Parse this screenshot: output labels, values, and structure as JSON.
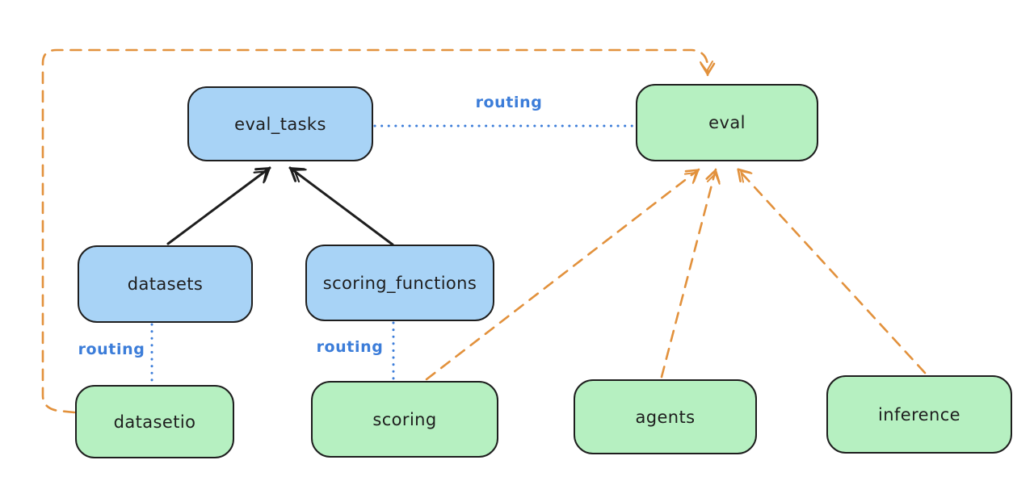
{
  "colors": {
    "background": "#ffffff",
    "node_border": "#1e1e1e",
    "node_text": "#1e1e1e",
    "api_node_fill_blue": "#a8d3f6",
    "provider_node_fill_green": "#b6f0c1",
    "routing_blue": "#3c7dd9",
    "provider_link_orange": "#e2913c",
    "dependency_arrow_black": "#1e1e1e"
  },
  "nodes": [
    {
      "id": "eval_tasks",
      "label": "eval_tasks",
      "fill": "blue"
    },
    {
      "id": "eval",
      "label": "eval",
      "fill": "green"
    },
    {
      "id": "datasets",
      "label": "datasets",
      "fill": "blue"
    },
    {
      "id": "scoring_functions",
      "label": "scoring_functions",
      "fill": "blue"
    },
    {
      "id": "datasetio",
      "label": "datasetio",
      "fill": "green"
    },
    {
      "id": "scoring",
      "label": "scoring",
      "fill": "green"
    },
    {
      "id": "agents",
      "label": "agents",
      "fill": "green"
    },
    {
      "id": "inference",
      "label": "inference",
      "fill": "green"
    }
  ],
  "edges": [
    {
      "from": "datasets",
      "to": "eval_tasks",
      "style": "solid-black-arrow",
      "label": ""
    },
    {
      "from": "scoring_functions",
      "to": "eval_tasks",
      "style": "solid-black-arrow",
      "label": ""
    },
    {
      "from": "eval_tasks",
      "to": "eval",
      "style": "dotted-blue",
      "label": "routing"
    },
    {
      "from": "datasets",
      "to": "datasetio",
      "style": "dotted-blue",
      "label": "routing"
    },
    {
      "from": "scoring_functions",
      "to": "scoring",
      "style": "dotted-blue",
      "label": "routing"
    },
    {
      "from": "datasetio",
      "to": "eval",
      "style": "dashed-orange-arrow",
      "label": ""
    },
    {
      "from": "scoring",
      "to": "eval",
      "style": "dashed-orange-arrow",
      "label": ""
    },
    {
      "from": "agents",
      "to": "eval",
      "style": "dashed-orange-arrow",
      "label": ""
    },
    {
      "from": "inference",
      "to": "eval",
      "style": "dashed-orange-arrow",
      "label": ""
    }
  ]
}
